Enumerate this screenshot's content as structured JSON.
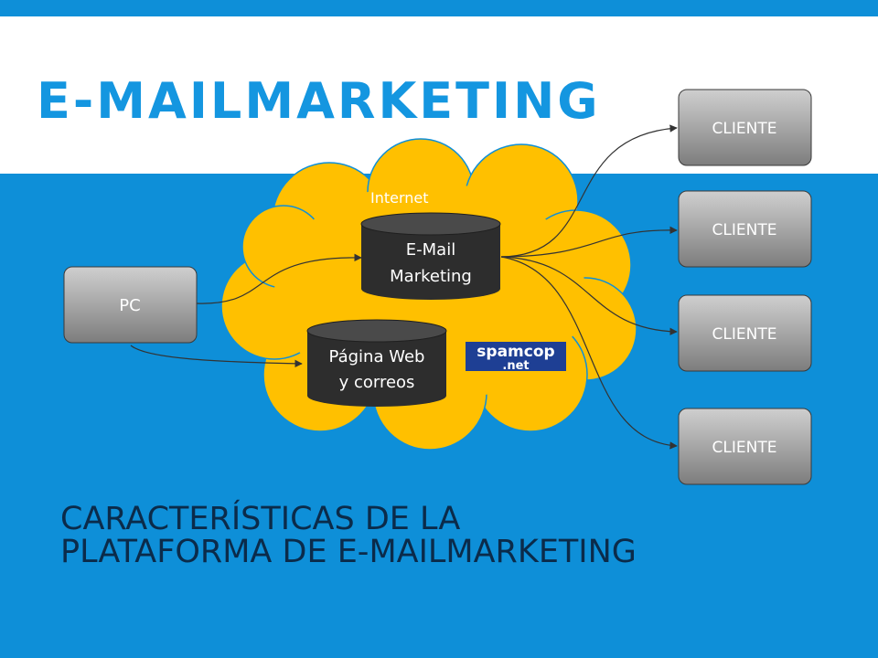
{
  "title": "E-MAILMARKETING",
  "subtitle": {
    "line1": "CARACTERÍSTICAS DE LA",
    "line2": "PLATAFORMA DE E-MAILMARKETING"
  },
  "diagram": {
    "cloud_label": "Internet",
    "pc_label": "PC",
    "db_email": {
      "line1": "E-Mail",
      "line2": "Marketing"
    },
    "db_web": {
      "line1": "Página Web",
      "line2": "y correos"
    },
    "spamcop_logo": {
      "line1": "spamcop",
      "line2": ".net"
    },
    "clients": [
      "CLIENTE",
      "CLIENTE",
      "CLIENTE",
      "CLIENTE"
    ]
  },
  "colors": {
    "background": "#0e8fd8",
    "title": "#1496e0",
    "cloud": "#ffc000",
    "database": "#2d2d2d",
    "box_gradient_top": "#c8c8c8",
    "box_gradient_bottom": "#7f7f7f"
  }
}
